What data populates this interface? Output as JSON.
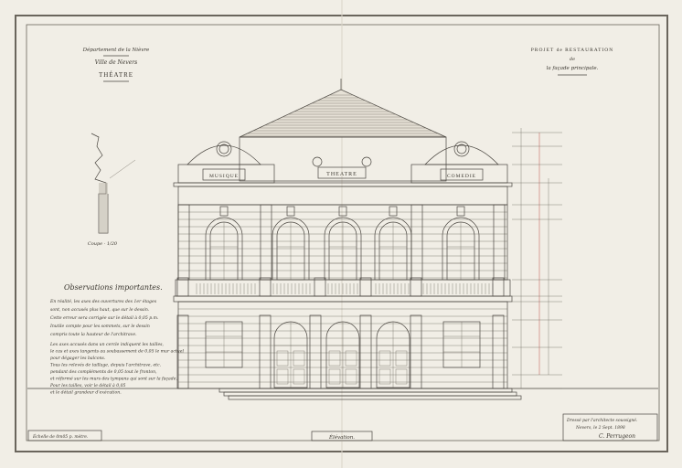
{
  "header_left": {
    "department": "Département de la Nièvre",
    "city": "Ville de Nevers",
    "building": "THÉATRE"
  },
  "header_right": {
    "line1": "PROJET de RESTAURATION",
    "line2": "de",
    "line3": "la façade principale."
  },
  "facade_labels": {
    "left_pavilion": "MUSIQUE",
    "center": "THEATRE",
    "right_pavilion": "COMEDIE"
  },
  "section_detail": {
    "label": "Coupe · 1/20"
  },
  "observations": {
    "title": "Observations importantes.",
    "lines": [
      "En réalité, les axes des ouvertures des 1er étages",
      "sont, non accusés plus haut, que sur le dessin.",
      "Cette erreur sera corrigée sur le détail à 0,05 p.m.",
      "Inutile compte pour les sommets, sur le dessin",
      "compris toute la hauteur de l'architrave.",
      "Les axes accusés dans un cercle indiquent les tailles,",
      "le cas et axes tangents au soubassement de 0,05 le mur actuel",
      "pour dégager les balcons.",
      "Tous les relevés de taillage, depuis l'architrave, etc.",
      "pendant des compléments de 0,05 tout le fronton,",
      "et réformé sur les murs des tympans qui sont sur la façade.",
      "Pour les tailles, voir le détail à 0,05",
      "et le détail grandeur d'exécution."
    ]
  },
  "footer": {
    "scale": "Échelle de 0m05 p. mètre.",
    "title": "Élévation.",
    "signature_block": {
      "line1": "Dressé par l'architecte soussigné.",
      "line2": "Nevers, le 2 Sept. 1898",
      "signature": "C. Perrugeon"
    }
  },
  "colors": {
    "paper": "#f1eee6",
    "ink": "#4a4640",
    "dimension_red": "#c0524a"
  }
}
